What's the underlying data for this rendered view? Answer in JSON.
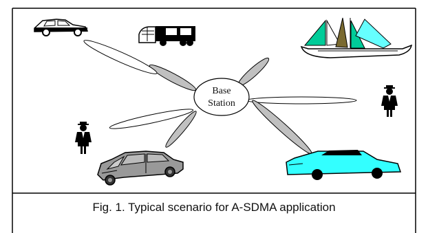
{
  "base_station": {
    "line1": "Base",
    "line2": "Station"
  },
  "caption": "Fig. 1. Typical scenario for A-SDMA application",
  "colors": {
    "beam_fill": "#c0c0c0",
    "sail_green": "#00cc99",
    "sail_cyan": "#66ffff",
    "sail_olive": "#7a6a30",
    "car_cyan": "#33ffff"
  },
  "users": [
    {
      "kind": "car",
      "icon": "car-icon"
    },
    {
      "kind": "truck",
      "icon": "truck-icon"
    },
    {
      "kind": "sailboat",
      "icon": "sailboat-icon"
    },
    {
      "kind": "person",
      "icon": "person-icon"
    },
    {
      "kind": "person",
      "icon": "person-icon"
    },
    {
      "kind": "car",
      "icon": "car-icon"
    },
    {
      "kind": "car",
      "icon": "car-icon"
    }
  ]
}
